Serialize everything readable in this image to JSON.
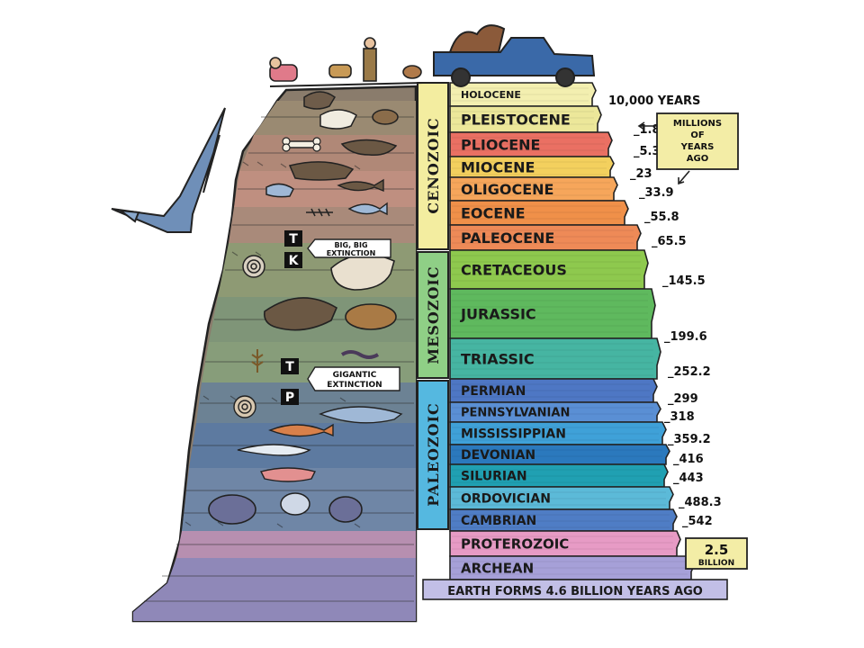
{
  "eras": [
    {
      "key": "cenozoic",
      "name": "CENOZOIC",
      "color": "#f3eda0"
    },
    {
      "key": "mesozoic",
      "name": "MESOZOIC",
      "color": "#8fcf86"
    },
    {
      "key": "paleozoic",
      "name": "PALEOZOIC",
      "color": "#55b8e0"
    }
  ],
  "periods": [
    {
      "name": "HOLOCENE",
      "color": "#f3efb0",
      "age": "10,000 YEARS"
    },
    {
      "name": "PLEISTOCENE",
      "color": "#ece79a",
      "age": "1.8"
    },
    {
      "name": "PLIOCENE",
      "color": "#ea7063",
      "age": "5.3"
    },
    {
      "name": "MIOCENE",
      "color": "#f3d05e",
      "age": "23"
    },
    {
      "name": "OLIGOCENE",
      "color": "#f6a65b",
      "age": "33.9"
    },
    {
      "name": "EOCENE",
      "color": "#f09049",
      "age": "55.8"
    },
    {
      "name": "PALEOCENE",
      "color": "#ee8a57",
      "age": "65.5"
    },
    {
      "name": "CRETACEOUS",
      "color": "#8ec94e",
      "age": "145.5"
    },
    {
      "name": "JURASSIC",
      "color": "#5fb95e",
      "age": "199.6"
    },
    {
      "name": "TRIASSIC",
      "color": "#46b5a2",
      "age": "252.2"
    },
    {
      "name": "PERMIAN",
      "color": "#4e77c4",
      "age": "299"
    },
    {
      "name": "PENNSYLVANIAN",
      "color": "#5a8fd4",
      "age": "318"
    },
    {
      "name": "MISSISSIPPIAN",
      "color": "#3fa1d8",
      "age": "359.2"
    },
    {
      "name": "DEVONIAN",
      "color": "#2b79bd",
      "age": "416"
    },
    {
      "name": "SILURIAN",
      "color": "#20a0b2",
      "age": "443"
    },
    {
      "name": "ORDOVICIAN",
      "color": "#5cbad8",
      "age": "488.3"
    },
    {
      "name": "CAMBRIAN",
      "color": "#4f7dc5",
      "age": "542"
    },
    {
      "name": "PROTEROZOIC",
      "color": "#e79bc5",
      "age": ""
    },
    {
      "name": "ARCHEAN",
      "color": "#a6a0d8",
      "age": ""
    }
  ],
  "earth_forms": "EARTH FORMS 4.6 BILLION YEARS AGO",
  "millions_box": [
    "MILLIONS",
    "OF",
    "YEARS",
    "AGO"
  ],
  "billion_box": [
    "2.5",
    "BILLION"
  ],
  "tk_marker": [
    "T",
    "K"
  ],
  "tk_note": [
    "BIG, BIG",
    "EXTINCTION"
  ],
  "tp_marker": [
    "T",
    "P"
  ],
  "tp_note": [
    "GIGANTIC",
    "EXTINCTION"
  ]
}
